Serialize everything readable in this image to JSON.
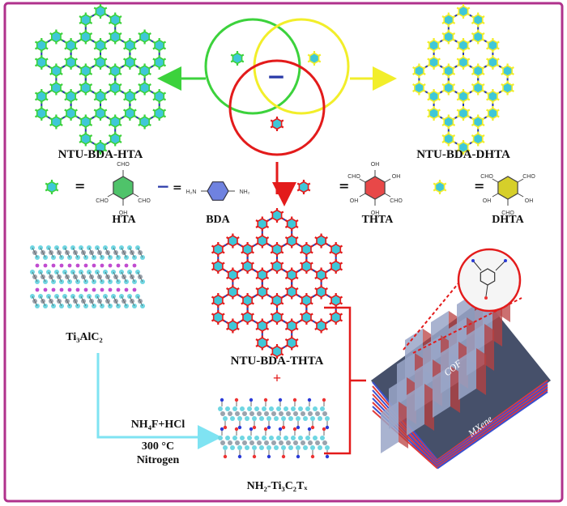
{
  "labels": {
    "hta_cof": "NTU-BDA-HTA",
    "dhta_cof": "NTU-BDA-DHTA",
    "thta_cof": "NTU-BDA-THTA",
    "plus": "+",
    "minus_symbol": "−",
    "hta": "HTA",
    "bda": "BDA",
    "thta": "THTA",
    "dhta": "DHTA",
    "equals": "=",
    "bda_left_nh2": "H₂N",
    "bda_right_nh2": "NH₂",
    "ti3alc2": "Ti₃AlC₂",
    "reagent": "NH₄F+HCl",
    "temperature": "300 °C",
    "atmosphere": "Nitrogen",
    "nh2_mxene": "NH₂-Ti₃C₂Tₓ",
    "cof_layer": "COF",
    "mxene_layer": "MXene",
    "cho": "CHO",
    "oh": "OH"
  },
  "colors": {
    "frame": "#b0318c",
    "green": "#3cd23c",
    "yellow": "#f2ee2a",
    "red": "#e31b1b",
    "cyan": "#3fc7d8",
    "blue_link": "#2a3aa8",
    "arrow_cyan": "#7fe3f2"
  }
}
